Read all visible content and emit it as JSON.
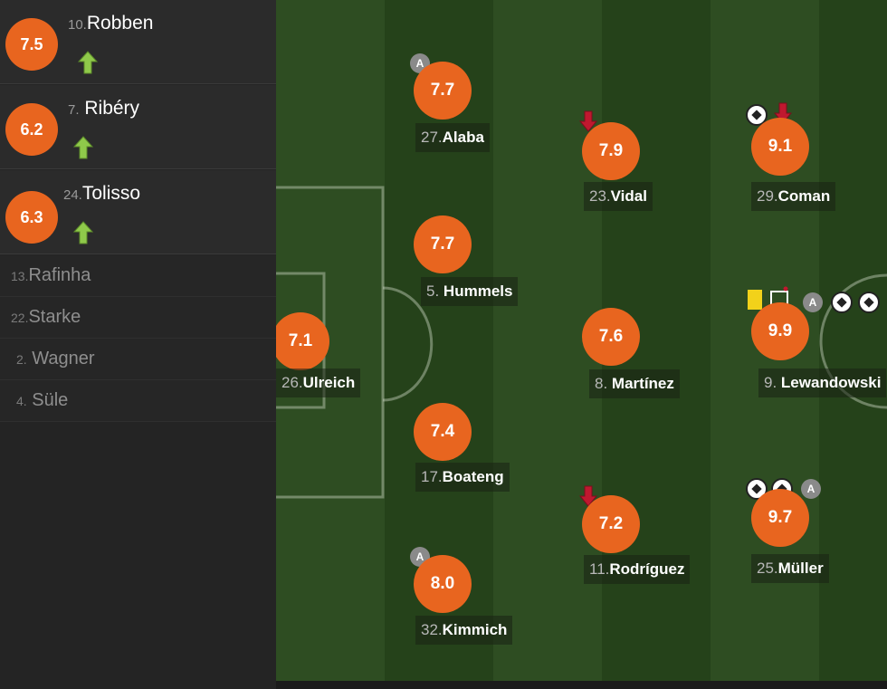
{
  "bench": {
    "substitutes": [
      {
        "number": "10.",
        "name": "Robben",
        "rating": "7.5"
      },
      {
        "number": "7.",
        "name": "Ribéry",
        "rating": "6.2"
      },
      {
        "number": "24.",
        "name": "Tolisso",
        "rating": "6.3"
      }
    ],
    "reserves": [
      {
        "number": "13.",
        "name": "Rafinha"
      },
      {
        "number": "22.",
        "name": "Starke"
      },
      {
        "number": "2.",
        "name": "Wagner"
      },
      {
        "number": "4.",
        "name": "Süle"
      }
    ]
  },
  "lineup": [
    {
      "number": "26.",
      "name": "Ulreich",
      "rating": "7.1"
    },
    {
      "number": "27.",
      "name": "Alaba",
      "rating": "7.7",
      "captain_badge": "A"
    },
    {
      "number": "5.",
      "name": "Hummels",
      "rating": "7.7"
    },
    {
      "number": "17.",
      "name": "Boateng",
      "rating": "7.4"
    },
    {
      "number": "32.",
      "name": "Kimmich",
      "rating": "8.0",
      "captain_badge": "A"
    },
    {
      "number": "23.",
      "name": "Vidal",
      "rating": "7.9"
    },
    {
      "number": "8.",
      "name": "Martínez",
      "rating": "7.6"
    },
    {
      "number": "11.",
      "name": "Rodríguez",
      "rating": "7.2"
    },
    {
      "number": "29.",
      "name": "Coman",
      "rating": "9.1"
    },
    {
      "number": "9.",
      "name": "Lewandowski",
      "rating": "9.9",
      "captain_badge": "A"
    },
    {
      "number": "25.",
      "name": "Müller",
      "rating": "9.7",
      "captain_badge": "A"
    }
  ],
  "colors": {
    "rating_orange": "#e8651f",
    "pitch_light": "#2e4d22",
    "pitch_dark": "#25421a",
    "sub_in_arrow": "#8fc94a",
    "sub_out_arrow": "#c0182f",
    "yellow_card": "#f2d21a"
  },
  "icons": [
    "sub-in-arrow-icon",
    "sub-out-arrow-icon",
    "goal-ball-icon",
    "assist-badge-icon",
    "yellow-card-icon",
    "penalty-goal-icon"
  ]
}
